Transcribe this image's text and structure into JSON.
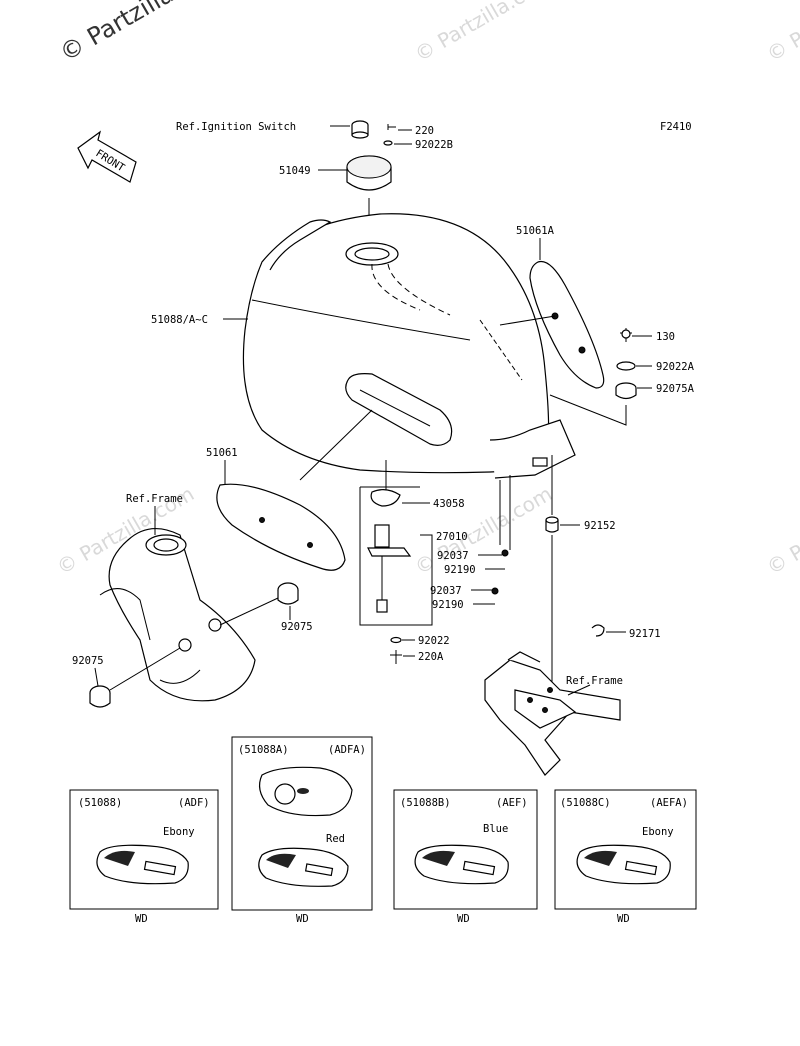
{
  "watermark": {
    "main": "© Partzilla.com",
    "repeat": "© Partzilla.com"
  },
  "figure_code": "F2410",
  "front_arrow": "FRONT",
  "callouts": {
    "ref_ignition_switch": "Ref.Ignition Switch",
    "p220": "220",
    "p92022B": "92022B",
    "p51049": "51049",
    "p51061A": "51061A",
    "p51088": "51088/A~C",
    "p130": "130",
    "p92022A": "92022A",
    "p92075A": "92075A",
    "p51061": "51061",
    "ref_frame_left": "Ref.Frame",
    "p43058": "43058",
    "p27010": "27010",
    "p92152": "92152",
    "p92037a": "92037",
    "p92190a": "92190",
    "p92037b": "92037",
    "p92190b": "92190",
    "p92075": "92075",
    "p92075b": "92075",
    "p92022": "92022",
    "p220A": "220A",
    "p92171": "92171",
    "ref_frame_right": "Ref.Frame"
  },
  "variants": [
    {
      "part": "(51088)",
      "code": "(ADF)",
      "color": "Ebony",
      "region": "WD"
    },
    {
      "part": "(51088A)",
      "code": "(ADFA)",
      "color": "Red",
      "region": "WD"
    },
    {
      "part": "(51088B)",
      "code": "(AEF)",
      "color": "Blue",
      "region": "WD"
    },
    {
      "part": "(51088C)",
      "code": "(AEFA)",
      "color": "Ebony",
      "region": "WD"
    }
  ]
}
